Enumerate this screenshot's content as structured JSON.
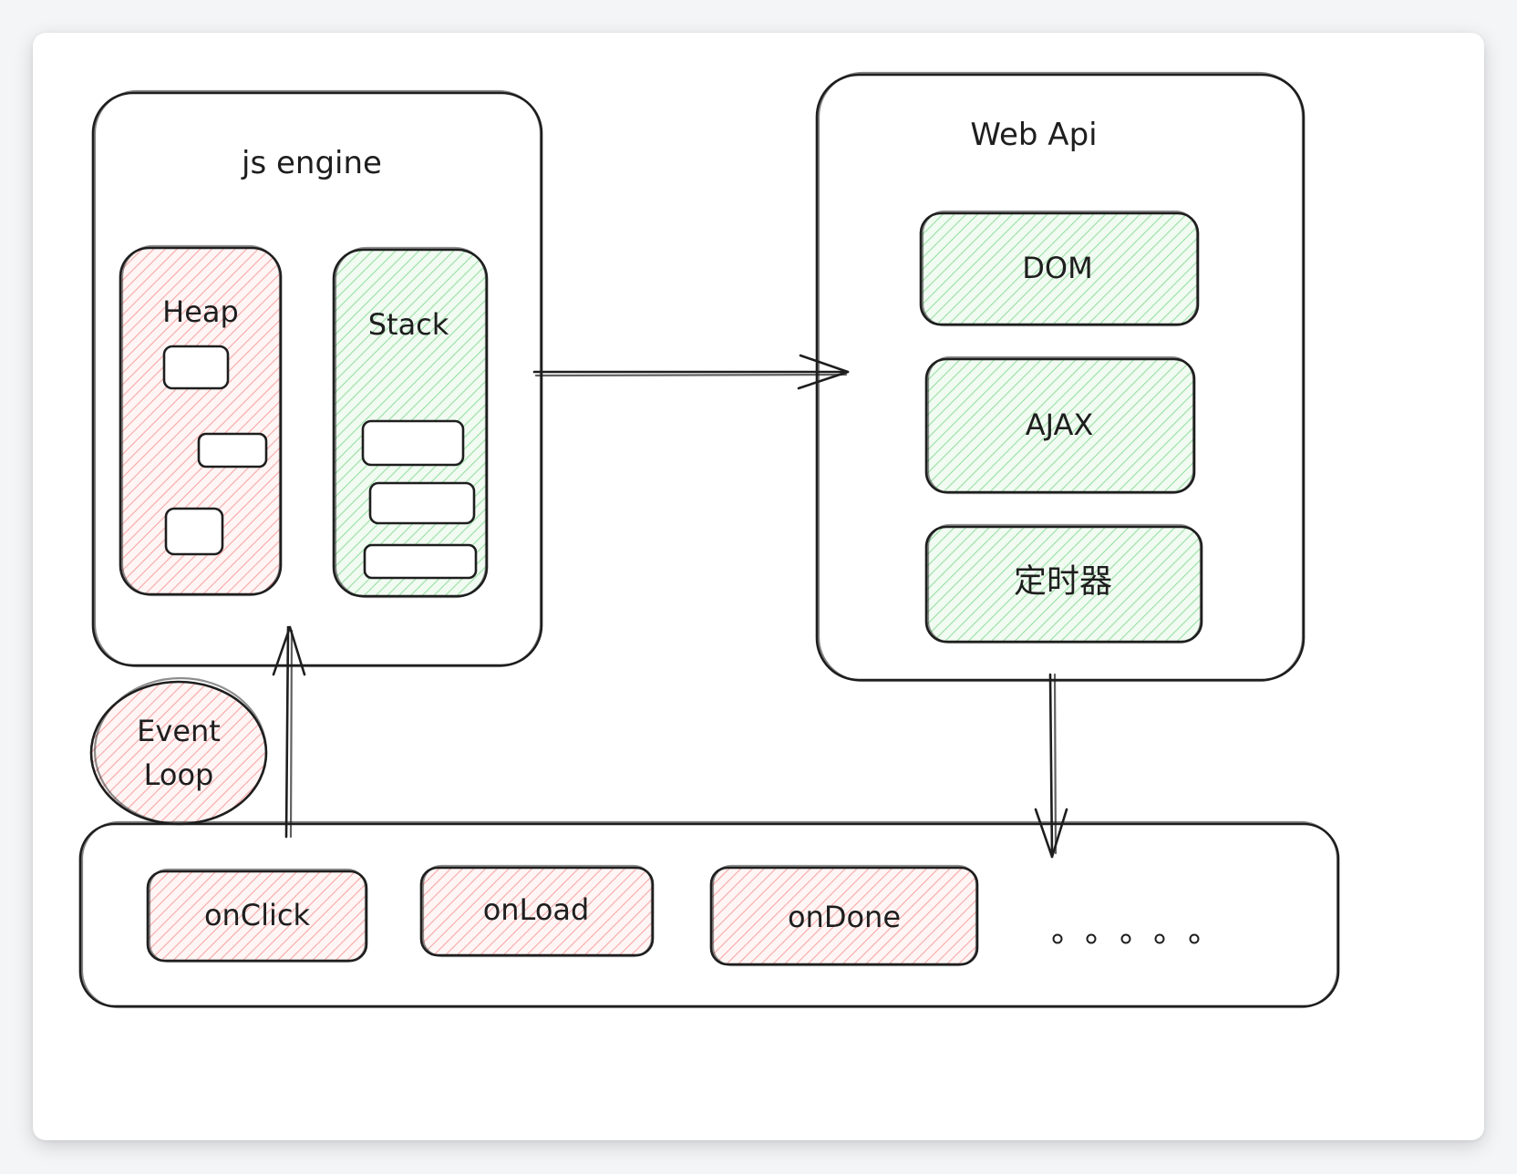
{
  "diagram": {
    "js_engine": {
      "title": "js engine",
      "heap": {
        "label": "Heap",
        "fill": "#ffc9c9"
      },
      "stack": {
        "label": "Stack",
        "fill": "#b2f2bb"
      }
    },
    "web_api": {
      "title": "Web Api",
      "items": [
        {
          "label": "DOM",
          "fill": "#b2f2bb"
        },
        {
          "label": "AJAX",
          "fill": "#b2f2bb"
        },
        {
          "label": "定时器",
          "fill": "#b2f2bb"
        }
      ]
    },
    "event_loop": {
      "line1": "Event",
      "line2": "Loop",
      "fill": "#ffc9c9"
    },
    "callback_queue": {
      "items": [
        {
          "label": "onClick",
          "fill": "#ffc9c9"
        },
        {
          "label": "onLoad",
          "fill": "#ffc9c9"
        },
        {
          "label": "onDone",
          "fill": "#ffc9c9"
        }
      ],
      "ellipsis": "。。。。。"
    },
    "colors": {
      "stroke": "#1e1e1e",
      "red_fill": "#ffc9c9",
      "green_fill": "#b2f2bb"
    }
  }
}
